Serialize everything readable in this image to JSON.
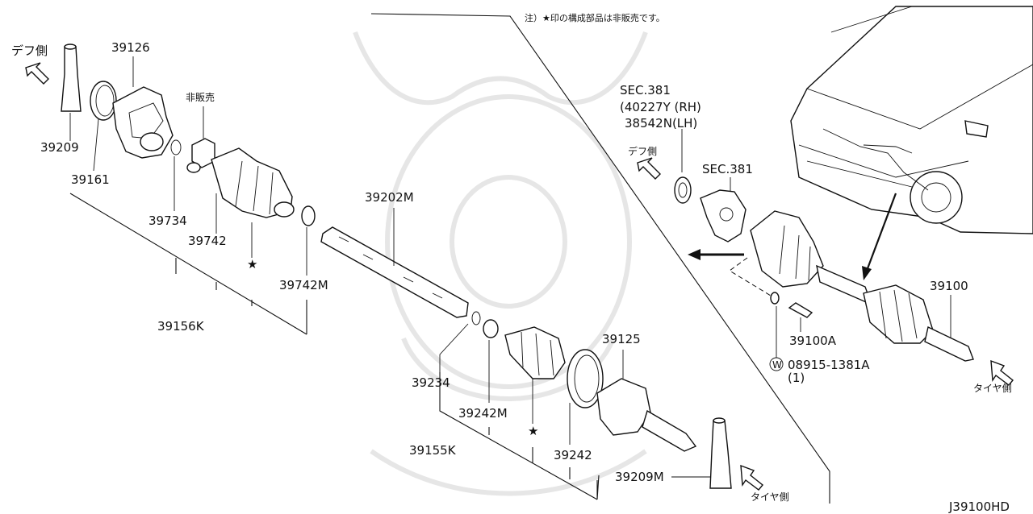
{
  "diagram": {
    "note": "注）★印の構成部品は非販売です。",
    "ref_code": "J39100HD",
    "direction_labels": {
      "diff_side_left": "デフ側",
      "diff_side_right": "デフ側",
      "tire_side_bottom": "タイヤ側",
      "tire_side_right": "タイヤ側"
    },
    "labels": {
      "p39126": "39126",
      "p39209_left": "39209",
      "p39161": "39161",
      "hihanbai": "非販売",
      "p39734": "39734",
      "p39742": "39742",
      "p39742M": "39742M",
      "star_1": "★",
      "p39156K": "39156K",
      "p39202M": "39202M",
      "p39234": "39234",
      "p39242M": "39242M",
      "star_2": "★",
      "p39155K": "39155K",
      "p39242": "39242",
      "p39125": "39125",
      "p39209M": "39209M",
      "sec381_a": "SEC.381",
      "sec381_rh": "(40227Y (RH)",
      "sec381_lh": "38542N(LH)",
      "sec381_b": "SEC.381",
      "p39100": "39100",
      "p39100A": "39100A",
      "washer_symbol": "W",
      "p08915": "08915-1381A",
      "qty": "(1)"
    }
  }
}
